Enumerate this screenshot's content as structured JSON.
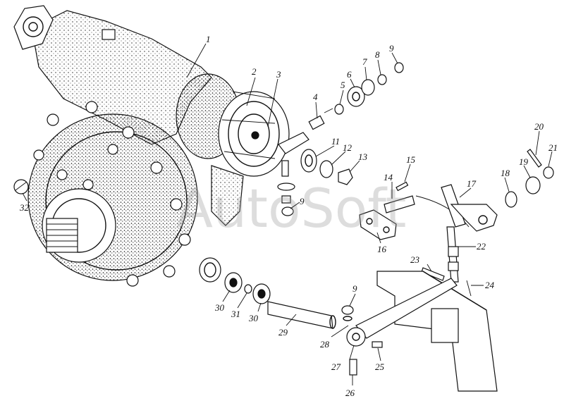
{
  "watermark": "AutoSoft",
  "colors": {
    "ink": "#111111",
    "paper": "#ffffff",
    "watermark": "#9a9a9a"
  },
  "callouts": {
    "n1": "1",
    "n2": "2",
    "n3": "3",
    "n4": "4",
    "n5": "5",
    "n6": "6",
    "n7": "7",
    "n8": "8",
    "n9a": "9",
    "n9b": "9",
    "n9c": "9",
    "n11": "11",
    "n12": "12",
    "n13": "13",
    "n14": "14",
    "n15": "15",
    "n16": "16",
    "n17": "17",
    "n18": "18",
    "n19": "19",
    "n20": "20",
    "n21": "21",
    "n22": "22",
    "n23": "23",
    "n24": "24",
    "n25": "25",
    "n26": "26",
    "n27": "27",
    "n28": "28",
    "n29": "29",
    "n30a": "30",
    "n30b": "30",
    "n31": "31",
    "n32": "32"
  }
}
